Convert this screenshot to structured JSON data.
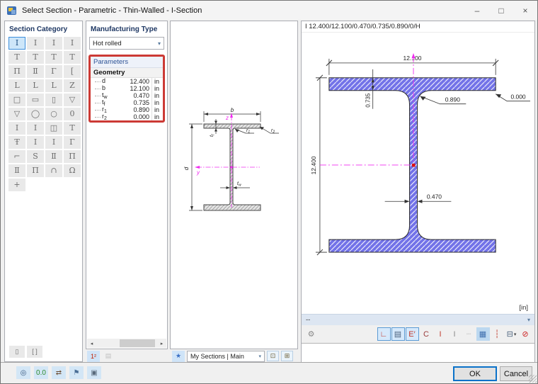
{
  "window": {
    "title": "Select Section - Parametric - Thin-Walled - I-Section",
    "controls": {
      "minimize": "–",
      "maximize": "□",
      "close": "×"
    }
  },
  "left_panel": {
    "title": "Section Category",
    "cells": [
      {
        "glyph": "I",
        "name": "section-type-i-rolled",
        "selected": true
      },
      {
        "glyph": "I",
        "name": "section-type-i-2"
      },
      {
        "glyph": "I",
        "name": "section-type-i-3"
      },
      {
        "glyph": "I",
        "name": "section-type-i-4"
      },
      {
        "glyph": "T",
        "name": "section-type-t-1"
      },
      {
        "glyph": "T",
        "name": "section-type-t-2"
      },
      {
        "glyph": "T",
        "name": "section-type-t-3"
      },
      {
        "glyph": "T",
        "name": "section-type-t-4"
      },
      {
        "glyph": "Π",
        "name": "section-type-hat"
      },
      {
        "glyph": "Ⅱ",
        "name": "section-type-double-web"
      },
      {
        "glyph": "Γ",
        "name": "section-type-channel-1"
      },
      {
        "glyph": "[",
        "name": "section-type-channel-2"
      },
      {
        "glyph": "L",
        "name": "section-type-angle-1"
      },
      {
        "glyph": "L",
        "name": "section-type-angle-2"
      },
      {
        "glyph": "L",
        "name": "section-type-angle-3"
      },
      {
        "glyph": "Z",
        "name": "section-type-z"
      },
      {
        "glyph": "□",
        "name": "section-type-square-hollow"
      },
      {
        "glyph": "▭",
        "name": "section-type-rect-hollow"
      },
      {
        "glyph": "▯",
        "name": "section-type-rect-solid"
      },
      {
        "glyph": "▽",
        "name": "section-type-triangle-1"
      },
      {
        "glyph": "▽",
        "name": "section-type-triangle-2"
      },
      {
        "glyph": "◯",
        "name": "section-type-circle-hollow"
      },
      {
        "glyph": "○",
        "name": "section-type-pipe"
      },
      {
        "glyph": "0",
        "name": "section-type-ellipse"
      },
      {
        "glyph": "I",
        "name": "section-type-welded-i-1"
      },
      {
        "glyph": "I",
        "name": "section-type-welded-i-2"
      },
      {
        "glyph": "◫",
        "name": "section-type-boxed-i"
      },
      {
        "glyph": "T",
        "name": "section-type-welded-t"
      },
      {
        "glyph": "Ŧ",
        "name": "section-type-crane-rail"
      },
      {
        "glyph": "I",
        "name": "section-type-composed-i-1"
      },
      {
        "glyph": "I",
        "name": "section-type-composed-i-2"
      },
      {
        "glyph": "Γ",
        "name": "section-type-cold-formed-c"
      },
      {
        "glyph": "⌐",
        "name": "section-type-cold-formed-l"
      },
      {
        "glyph": "S",
        "name": "section-type-cold-formed-z"
      },
      {
        "glyph": "Ⅱ",
        "name": "section-type-double-channel-1"
      },
      {
        "glyph": "Π",
        "name": "section-type-double-channel-2"
      },
      {
        "glyph": "Ⅱ",
        "name": "section-type-double-i"
      },
      {
        "glyph": "Π",
        "name": "section-type-hat-2"
      },
      {
        "glyph": "∩",
        "name": "section-type-arch"
      },
      {
        "glyph": "Ω",
        "name": "section-type-omega"
      },
      {
        "glyph": "+",
        "name": "section-type-add"
      }
    ],
    "bottom_icons": [
      {
        "glyph": "▯",
        "name": "solid-section-toggle"
      },
      {
        "glyph": "[ ]",
        "name": "thin-walled-toggle"
      }
    ]
  },
  "params_panel": {
    "manufacturing_label": "Manufacturing Type",
    "manufacturing_value": "Hot rolled",
    "parameters_label": "Parameters",
    "group_label": "Geometry",
    "rows": [
      {
        "base": "d",
        "sub": "",
        "value": "12.400",
        "unit": "in"
      },
      {
        "base": "b",
        "sub": "",
        "value": "12.100",
        "unit": "in"
      },
      {
        "base": "t",
        "sub": "w",
        "value": "0.470",
        "unit": "in"
      },
      {
        "base": "t",
        "sub": "f",
        "value": "0.735",
        "unit": "in"
      },
      {
        "base": "r",
        "sub": "1",
        "value": "0.890",
        "unit": "in"
      },
      {
        "base": "r",
        "sub": "2",
        "value": "0.000",
        "unit": "in"
      }
    ],
    "icons": [
      {
        "glyph": "1²",
        "name": "section-info-icon",
        "state": "active",
        "color": "#c22000"
      },
      {
        "glyph": "▤",
        "name": "library-icon",
        "state": "disabled",
        "color": "#777777"
      }
    ]
  },
  "schematic": {
    "b": "b",
    "d": "d",
    "z": "z",
    "y": "y",
    "tf": {
      "base": "t",
      "sub": "f"
    },
    "tw": {
      "base": "t",
      "sub": "w"
    },
    "r1": {
      "base": "r",
      "sub": "1"
    },
    "r2": {
      "base": "r",
      "sub": "2"
    }
  },
  "sections_bar": {
    "pin": {
      "glyph": "★",
      "name": "pin-icon"
    },
    "combo_value": "My Sections | Main",
    "buttons": [
      {
        "glyph": "⊡",
        "name": "favorites-group-icon"
      },
      {
        "glyph": "⊞",
        "name": "new-favorites-group-icon"
      }
    ]
  },
  "preview": {
    "header": "I 12.400/12.100/0.470/0.735/0.890/0/H",
    "unit_label": "[in]",
    "combo_value": "--",
    "dims": {
      "width": "12.100",
      "height": "12.400",
      "tf": "0.735",
      "tw": "0.470",
      "r1": "0.890",
      "r2": "0.000"
    },
    "colors": {
      "section_fill": "#7272e8",
      "axis": "#f02cf0",
      "center_dot": "#e01010"
    },
    "left_tool": {
      "glyph": "⚙",
      "name": "display-settings-icon"
    },
    "toolbar": [
      {
        "glyph": "∟",
        "name": "outline-mode-icon",
        "state": "selected",
        "color": "#c0392b"
      },
      {
        "glyph": "▤",
        "name": "fill-mode-icon",
        "state": "selected",
        "color": "#4a617d"
      },
      {
        "glyph": "E′",
        "name": "effective-widths-icon",
        "state": "selected",
        "color": "#c0392b"
      },
      {
        "glyph": "C",
        "name": "shear-center-icon",
        "color": "#9a3b3b"
      },
      {
        "glyph": "I",
        "name": "stress-points-icon",
        "color": "#c0392b"
      },
      {
        "glyph": "I",
        "name": "section-outline-icon",
        "color": "#8a8a8a"
      },
      {
        "glyph": "┄",
        "name": "dimension-lines-icon",
        "state": "disabled",
        "color": "#666666"
      },
      {
        "glyph": "▦",
        "name": "grid-icon",
        "state": "active",
        "color": "#3f6fae"
      },
      {
        "glyph": "┆",
        "name": "axes-icon",
        "color": "#c0392b"
      },
      {
        "glyph": "⊟",
        "name": "print-icon",
        "arrow": "▾",
        "color": "#4a617d"
      },
      {
        "glyph": "⊘",
        "name": "zoom-reset-icon",
        "color": "#cc2222"
      }
    ]
  },
  "footer": {
    "ok_label": "OK",
    "cancel_label": "Cancel",
    "icons": [
      {
        "glyph": "◎",
        "name": "find-section-icon",
        "color": "#37577f"
      },
      {
        "glyph": "0.0",
        "name": "units-settings-icon",
        "color": "#2e8b2e"
      },
      {
        "glyph": "⇄",
        "name": "import-section-icon",
        "color": "#6a4a2f"
      },
      {
        "glyph": "⚑",
        "name": "filter-icon",
        "color": "#4a6e96"
      },
      {
        "glyph": "▣",
        "name": "copy-section-icon",
        "color": "#5a6b7c"
      }
    ]
  }
}
